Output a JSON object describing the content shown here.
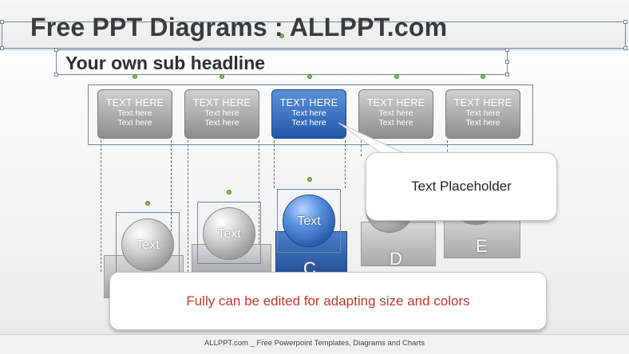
{
  "slide": {
    "title": "Free PPT Diagrams : ALLPPT.com",
    "subtitle": "Your own sub headline",
    "footer": "ALLPPT.com _ Free Powerpoint Templates, Diagrams and Charts"
  },
  "boxes": [
    {
      "heading": "TEXT HERE",
      "line1": "Text here",
      "line2": "Text here",
      "color": "#9a9a9a"
    },
    {
      "heading": "TEXT HERE",
      "line1": "Text here",
      "line2": "Text here",
      "color": "#9a9a9a"
    },
    {
      "heading": "TEXT HERE",
      "line1": "Text here",
      "line2": "Text here",
      "color": "#3a73c4"
    },
    {
      "heading": "TEXT HERE",
      "line1": "Text here",
      "line2": "Text here",
      "color": "#9a9a9a"
    },
    {
      "heading": "TEXT HERE",
      "line1": "Text here",
      "line2": "Text here",
      "color": "#9a9a9a"
    }
  ],
  "spheres": [
    {
      "label": "Text"
    },
    {
      "label": "Text"
    },
    {
      "label": "Text"
    }
  ],
  "pedestal_letters": [
    "C",
    "D",
    "E"
  ],
  "callout": {
    "text": "Text Placeholder"
  },
  "banner": {
    "text": "Fully can be edited for adapting size and colors",
    "color": "#c0392b"
  }
}
